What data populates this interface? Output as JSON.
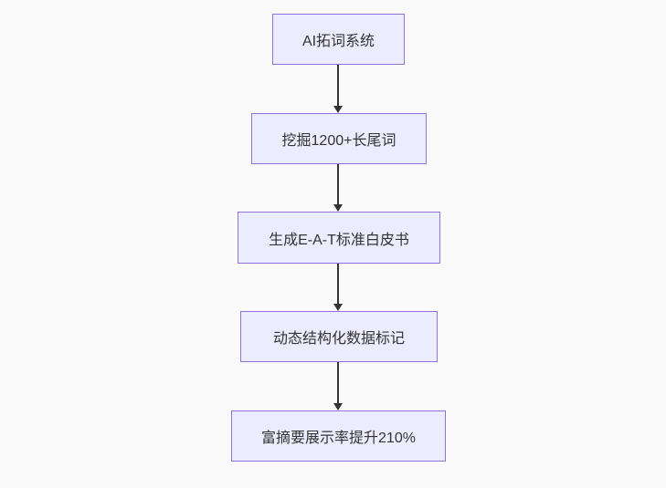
{
  "diagram": {
    "type": "flowchart-vertical",
    "background_color": "#fafafa",
    "node_fill_color": "#ECECFF",
    "node_border_color": "#9370DB",
    "text_color": "#333333",
    "arrow_color": "#333333",
    "nodes": [
      {
        "id": "A",
        "label": "AI拓词系统"
      },
      {
        "id": "B",
        "label": "挖掘1200+长尾词"
      },
      {
        "id": "C",
        "label": "生成E-A-T标准白皮书"
      },
      {
        "id": "D",
        "label": "动态结构化数据标记"
      },
      {
        "id": "E",
        "label": "富摘要展示率提升210%"
      }
    ],
    "edges": [
      {
        "from": "A",
        "to": "B"
      },
      {
        "from": "B",
        "to": "C"
      },
      {
        "from": "C",
        "to": "D"
      },
      {
        "from": "D",
        "to": "E"
      }
    ]
  }
}
